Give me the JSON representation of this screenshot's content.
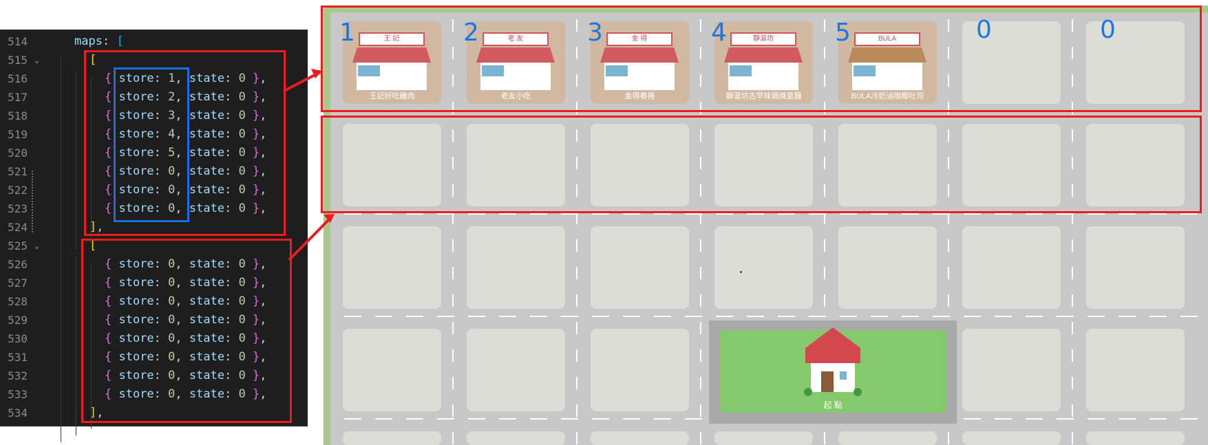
{
  "editor": {
    "lines": [
      {
        "num": "514",
        "parts": [
          [
            "k",
            "maps"
          ],
          [
            "p",
            ": "
          ],
          [
            "br3",
            "["
          ]
        ]
      },
      {
        "num": "515",
        "parts": [
          [
            "br1",
            "["
          ]
        ]
      },
      {
        "num": "516",
        "parts": [
          [
            "br2",
            "{ "
          ],
          [
            "k",
            "store"
          ],
          [
            "p",
            ": "
          ],
          [
            "v",
            "1"
          ],
          [
            "p",
            ", "
          ],
          [
            "k",
            "state"
          ],
          [
            "p",
            ": "
          ],
          [
            "v",
            "0"
          ],
          [
            "br2",
            " }"
          ],
          [
            "p",
            ","
          ]
        ]
      },
      {
        "num": "517",
        "parts": [
          [
            "br2",
            "{ "
          ],
          [
            "k",
            "store"
          ],
          [
            "p",
            ": "
          ],
          [
            "v",
            "2"
          ],
          [
            "p",
            ", "
          ],
          [
            "k",
            "state"
          ],
          [
            "p",
            ": "
          ],
          [
            "v",
            "0"
          ],
          [
            "br2",
            " }"
          ],
          [
            "p",
            ","
          ]
        ]
      },
      {
        "num": "518",
        "parts": [
          [
            "br2",
            "{ "
          ],
          [
            "k",
            "store"
          ],
          [
            "p",
            ": "
          ],
          [
            "v",
            "3"
          ],
          [
            "p",
            ", "
          ],
          [
            "k",
            "state"
          ],
          [
            "p",
            ": "
          ],
          [
            "v",
            "0"
          ],
          [
            "br2",
            " }"
          ],
          [
            "p",
            ","
          ]
        ]
      },
      {
        "num": "519",
        "parts": [
          [
            "br2",
            "{ "
          ],
          [
            "k",
            "store"
          ],
          [
            "p",
            ": "
          ],
          [
            "v",
            "4"
          ],
          [
            "p",
            ", "
          ],
          [
            "k",
            "state"
          ],
          [
            "p",
            ": "
          ],
          [
            "v",
            "0"
          ],
          [
            "br2",
            " }"
          ],
          [
            "p",
            ","
          ]
        ]
      },
      {
        "num": "520",
        "parts": [
          [
            "br2",
            "{ "
          ],
          [
            "k",
            "store"
          ],
          [
            "p",
            ": "
          ],
          [
            "v",
            "5"
          ],
          [
            "p",
            ", "
          ],
          [
            "k",
            "state"
          ],
          [
            "p",
            ": "
          ],
          [
            "v",
            "0"
          ],
          [
            "br2",
            " }"
          ],
          [
            "p",
            ","
          ]
        ]
      },
      {
        "num": "521",
        "parts": [
          [
            "br2",
            "{ "
          ],
          [
            "k",
            "store"
          ],
          [
            "p",
            ": "
          ],
          [
            "v",
            "0"
          ],
          [
            "p",
            ", "
          ],
          [
            "k",
            "state"
          ],
          [
            "p",
            ": "
          ],
          [
            "v",
            "0"
          ],
          [
            "br2",
            " }"
          ],
          [
            "p",
            ","
          ]
        ]
      },
      {
        "num": "522",
        "parts": [
          [
            "br2",
            "{ "
          ],
          [
            "k",
            "store"
          ],
          [
            "p",
            ": "
          ],
          [
            "v",
            "0"
          ],
          [
            "p",
            ", "
          ],
          [
            "k",
            "state"
          ],
          [
            "p",
            ": "
          ],
          [
            "v",
            "0"
          ],
          [
            "br2",
            " }"
          ],
          [
            "p",
            ","
          ]
        ]
      },
      {
        "num": "523",
        "parts": [
          [
            "br2",
            "{ "
          ],
          [
            "k",
            "store"
          ],
          [
            "p",
            ": "
          ],
          [
            "v",
            "0"
          ],
          [
            "p",
            ", "
          ],
          [
            "k",
            "state"
          ],
          [
            "p",
            ": "
          ],
          [
            "v",
            "0"
          ],
          [
            "br2",
            " }"
          ],
          [
            "p",
            ","
          ]
        ]
      },
      {
        "num": "524",
        "parts": [
          [
            "br1",
            "]"
          ],
          [
            "p",
            ","
          ]
        ]
      },
      {
        "num": "525",
        "parts": [
          [
            "br1",
            "["
          ]
        ]
      },
      {
        "num": "526",
        "parts": [
          [
            "br2",
            "{ "
          ],
          [
            "k",
            "store"
          ],
          [
            "p",
            ": "
          ],
          [
            "v",
            "0"
          ],
          [
            "p",
            ", "
          ],
          [
            "k",
            "state"
          ],
          [
            "p",
            ": "
          ],
          [
            "v",
            "0"
          ],
          [
            "br2",
            " }"
          ],
          [
            "p",
            ","
          ]
        ]
      },
      {
        "num": "527",
        "parts": [
          [
            "br2",
            "{ "
          ],
          [
            "k",
            "store"
          ],
          [
            "p",
            ": "
          ],
          [
            "v",
            "0"
          ],
          [
            "p",
            ", "
          ],
          [
            "k",
            "state"
          ],
          [
            "p",
            ": "
          ],
          [
            "v",
            "0"
          ],
          [
            "br2",
            " }"
          ],
          [
            "p",
            ","
          ]
        ]
      },
      {
        "num": "528",
        "parts": [
          [
            "br2",
            "{ "
          ],
          [
            "k",
            "store"
          ],
          [
            "p",
            ": "
          ],
          [
            "v",
            "0"
          ],
          [
            "p",
            ", "
          ],
          [
            "k",
            "state"
          ],
          [
            "p",
            ": "
          ],
          [
            "v",
            "0"
          ],
          [
            "br2",
            " }"
          ],
          [
            "p",
            ","
          ]
        ]
      },
      {
        "num": "529",
        "parts": [
          [
            "br2",
            "{ "
          ],
          [
            "k",
            "store"
          ],
          [
            "p",
            ": "
          ],
          [
            "v",
            "0"
          ],
          [
            "p",
            ", "
          ],
          [
            "k",
            "state"
          ],
          [
            "p",
            ": "
          ],
          [
            "v",
            "0"
          ],
          [
            "br2",
            " }"
          ],
          [
            "p",
            ","
          ]
        ]
      },
      {
        "num": "530",
        "parts": [
          [
            "br2",
            "{ "
          ],
          [
            "k",
            "store"
          ],
          [
            "p",
            ": "
          ],
          [
            "v",
            "0"
          ],
          [
            "p",
            ", "
          ],
          [
            "k",
            "state"
          ],
          [
            "p",
            ": "
          ],
          [
            "v",
            "0"
          ],
          [
            "br2",
            " }"
          ],
          [
            "p",
            ","
          ]
        ]
      },
      {
        "num": "531",
        "parts": [
          [
            "br2",
            "{ "
          ],
          [
            "k",
            "store"
          ],
          [
            "p",
            ": "
          ],
          [
            "v",
            "0"
          ],
          [
            "p",
            ", "
          ],
          [
            "k",
            "state"
          ],
          [
            "p",
            ": "
          ],
          [
            "v",
            "0"
          ],
          [
            "br2",
            " }"
          ],
          [
            "p",
            ","
          ]
        ]
      },
      {
        "num": "532",
        "parts": [
          [
            "br2",
            "{ "
          ],
          [
            "k",
            "store"
          ],
          [
            "p",
            ": "
          ],
          [
            "v",
            "0"
          ],
          [
            "p",
            ", "
          ],
          [
            "k",
            "state"
          ],
          [
            "p",
            ": "
          ],
          [
            "v",
            "0"
          ],
          [
            "br2",
            " }"
          ],
          [
            "p",
            ","
          ]
        ]
      },
      {
        "num": "533",
        "parts": [
          [
            "br2",
            "{ "
          ],
          [
            "k",
            "store"
          ],
          [
            "p",
            ": "
          ],
          [
            "v",
            "0"
          ],
          [
            "p",
            ", "
          ],
          [
            "k",
            "state"
          ],
          [
            "p",
            ": "
          ],
          [
            "v",
            "0"
          ],
          [
            "br2",
            " }"
          ],
          [
            "p",
            ","
          ]
        ]
      },
      {
        "num": "534",
        "parts": [
          [
            "br1",
            "]"
          ],
          [
            "p",
            ","
          ]
        ]
      }
    ]
  },
  "board": {
    "stores": [
      {
        "num": "1",
        "sign": "王 記",
        "label": "王記好吃雞肉",
        "awning": "red"
      },
      {
        "num": "2",
        "sign": "老 友",
        "label": "老友小吃",
        "awning": "red"
      },
      {
        "num": "3",
        "sign": "金 得",
        "label": "金得春捲",
        "awning": "red"
      },
      {
        "num": "4",
        "sign": "靜涎坊",
        "label": "靜涎坊古早味鍋燒意麵",
        "awning": "red"
      },
      {
        "num": "5",
        "sign": "BULA",
        "label": "BULA冷奶油咖椰吐司",
        "awning": "brown"
      }
    ],
    "empty_nums": [
      "0",
      "0"
    ],
    "start_label": "起 點"
  },
  "colors": {
    "highlight_red": "#ee1c1c",
    "highlight_blue": "#1a6fe0",
    "number_blue": "#1878e8"
  }
}
